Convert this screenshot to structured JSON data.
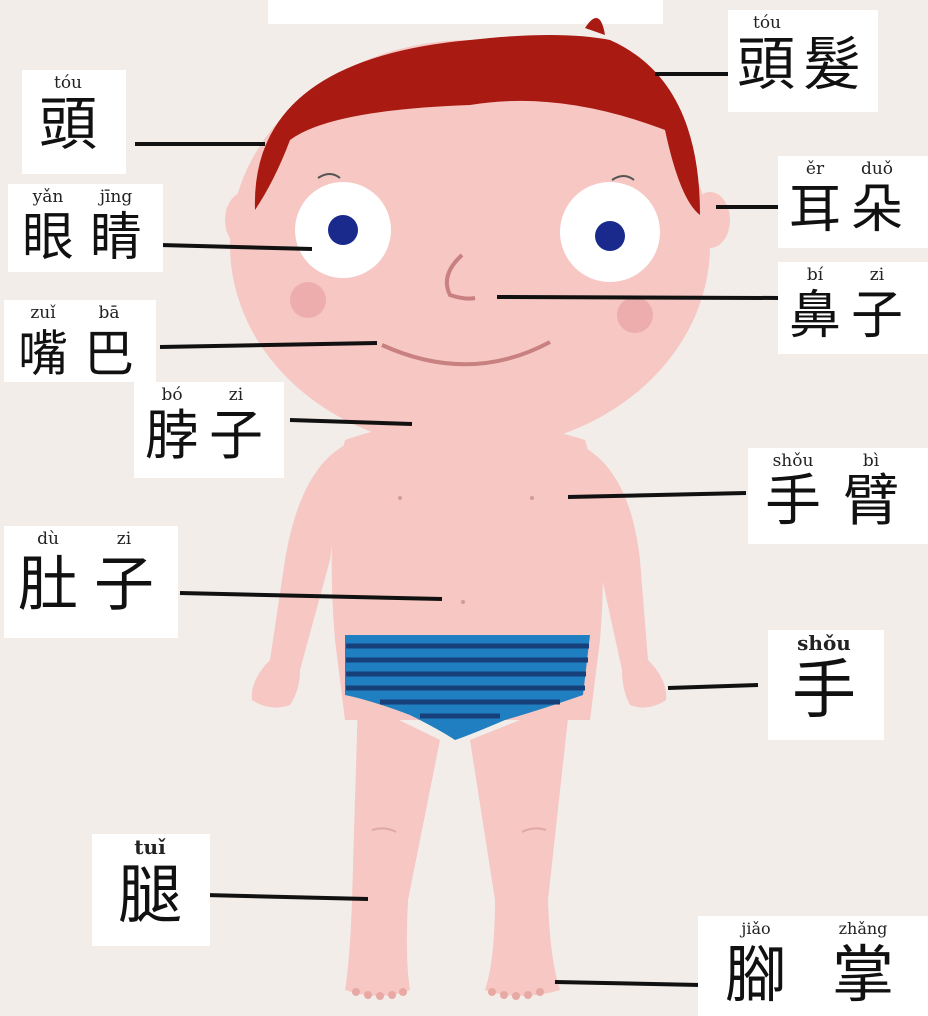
{
  "colors": {
    "background": "#f2ede9",
    "skin": "#f6c7c3",
    "hair": "#a81a12",
    "pupil": "#1a2a8c",
    "underwear_blue": "#1f7fc0",
    "underwear_dark": "#173f7a",
    "line": "#111111"
  },
  "labels": {
    "head": {
      "pinyin": [
        "tóu"
      ],
      "hanzi": [
        "頭"
      ]
    },
    "hair": {
      "pinyin": [
        "tóu"
      ],
      "hanzi": [
        "頭",
        "髮"
      ]
    },
    "eyes": {
      "pinyin": [
        "yǎn",
        "jīng"
      ],
      "hanzi": [
        "眼",
        "睛"
      ]
    },
    "ears": {
      "pinyin": [
        "ěr",
        "duǒ"
      ],
      "hanzi": [
        "耳",
        "朵"
      ]
    },
    "nose": {
      "pinyin": [
        "bí",
        "zi"
      ],
      "hanzi": [
        "鼻",
        "子"
      ]
    },
    "mouth": {
      "pinyin": [
        "zuǐ",
        "bā"
      ],
      "hanzi": [
        "嘴",
        "巴"
      ]
    },
    "neck": {
      "pinyin": [
        "bó",
        "zi"
      ],
      "hanzi": [
        "脖",
        "子"
      ]
    },
    "arm": {
      "pinyin": [
        "shǒu",
        "bì"
      ],
      "hanzi": [
        "手",
        "臂"
      ]
    },
    "belly": {
      "pinyin": [
        "dù",
        "zi"
      ],
      "hanzi": [
        "肚",
        "子"
      ]
    },
    "hand": {
      "pinyin": [
        "shǒu"
      ],
      "hanzi": [
        "手"
      ]
    },
    "leg": {
      "pinyin": [
        "tuǐ"
      ],
      "hanzi": [
        "腿"
      ]
    },
    "foot": {
      "pinyin": [
        "jiǎo",
        "zhǎng"
      ],
      "hanzi": [
        "腳",
        "掌"
      ]
    }
  }
}
